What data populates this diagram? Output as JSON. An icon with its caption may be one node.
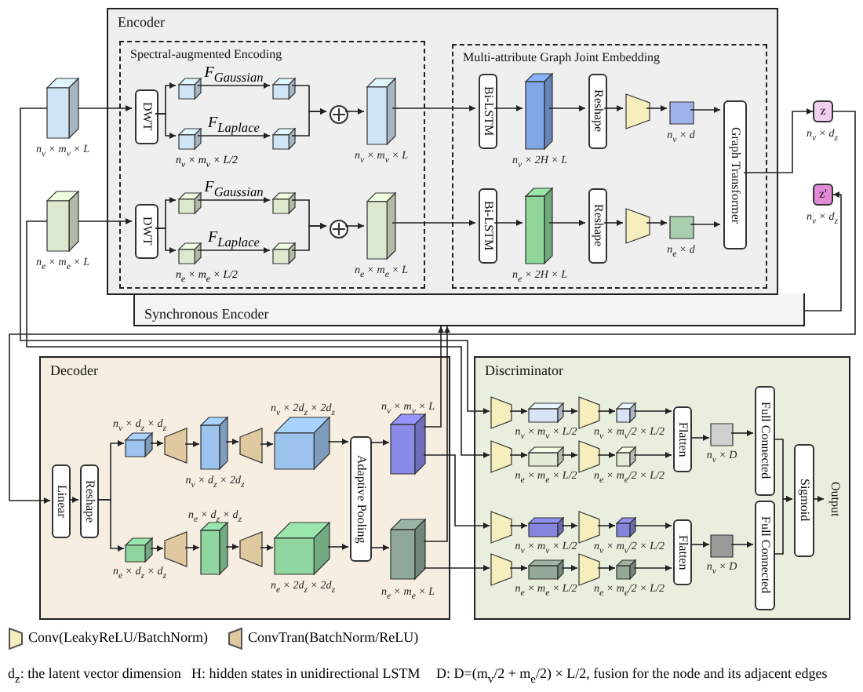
{
  "diagram": {
    "nodes": [
      {
        "text": [
          "Encoder"
        ]
      },
      {
        "text": [
          "Spectral-augmented Encoding"
        ],
        "in": 0
      },
      {
        "text": [],
        "shape": "box",
        "beside": [
          "n$_{v}$ × m$_{v}$ × L"
        ]
      },
      {
        "text": [],
        "shape": "box",
        "beside": [
          "n$_{e}$ × m$_{e}$ × L"
        ]
      },
      {
        "text": [
          "DWT"
        ],
        "in": 1
      },
      {
        "text": [
          "DWT"
        ],
        "in": 1
      },
      {
        "text": [],
        "shape": "box",
        "in": 1
      },
      {
        "text": [],
        "shape": "box",
        "in": 1
      },
      {
        "text": [],
        "shape": "box",
        "in": 1
      },
      {
        "text": [],
        "shape": "box",
        "in": 1
      },
      {
        "text": [],
        "shape": "circle",
        "in": 1
      },
      {
        "text": [],
        "shape": "box",
        "in": 1,
        "beside": [
          "n$_{v}$ × m$_{v}$ × L"
        ]
      },
      {
        "text": [],
        "shape": "box",
        "in": 1
      },
      {
        "text": [],
        "shape": "box",
        "in": 1
      },
      {
        "text": [],
        "shape": "box",
        "in": 1
      },
      {
        "text": [],
        "shape": "box",
        "in": 1
      },
      {
        "text": [],
        "shape": "circle",
        "in": 1
      },
      {
        "text": [],
        "shape": "box",
        "in": 1,
        "beside": [
          "n$_{e}$ × m$_{e}$ × L"
        ]
      },
      {
        "text": [
          "Multi-attribute Graph Joint Embedding"
        ],
        "in": 0
      },
      {
        "text": [
          "Bi-LSTM"
        ],
        "in": 18
      },
      {
        "text": [],
        "shape": "box",
        "in": 18,
        "beside": [
          "n$_{v}$ × 2H × L"
        ]
      },
      {
        "text": [
          "Reshape"
        ],
        "in": 18
      },
      {
        "text": [],
        "shape": "trapezoid",
        "in": 18
      },
      {
        "text": [],
        "shape": "box",
        "in": 18,
        "beside": [
          "n$_{v}$ × d"
        ]
      },
      {
        "text": [
          "Graph Transformer"
        ],
        "in": 18
      },
      {
        "text": [
          "Bi-LSTM"
        ],
        "in": 18
      },
      {
        "text": [],
        "shape": "box",
        "in": 18,
        "beside": [
          "n$_{e}$ × 2H × L"
        ]
      },
      {
        "text": [
          "Reshape"
        ],
        "in": 18
      },
      {
        "text": [],
        "shape": "trapezoid",
        "in": 18
      },
      {
        "text": [],
        "shape": "box",
        "in": 18,
        "beside": [
          "n$_{e}$ × d"
        ]
      },
      {
        "text": [
          "z"
        ],
        "beside": [
          "n$_{v}$ × d$_{z}$"
        ]
      },
      {
        "text": [
          "z'"
        ],
        "beside": [
          "n$_{v}$ × d$_{z}$"
        ]
      },
      {
        "text": [
          "Synchronous Encoder"
        ]
      },
      {
        "text": [
          "Decoder"
        ]
      },
      {
        "text": [
          "Linear"
        ],
        "in": 33
      },
      {
        "text": [
          "Reshape"
        ],
        "in": 33
      },
      {
        "text": [],
        "shape": "box",
        "in": 33,
        "beside": [
          "n$_{v}$ × d$_{z}$ × d$_{z}$"
        ]
      },
      {
        "text": [],
        "shape": "trapezoid",
        "in": 33
      },
      {
        "text": [],
        "shape": "box",
        "in": 33,
        "beside": [
          "n$_{v}$ × d$_{z}$ × 2d$_{z}$"
        ]
      },
      {
        "text": [],
        "shape": "trapezoid",
        "in": 33
      },
      {
        "text": [],
        "shape": "box",
        "in": 33,
        "beside": [
          "n$_{v}$ × 2d$_{z}$ × 2d$_{z}$"
        ]
      },
      {
        "text": [],
        "shape": "box",
        "in": 33,
        "beside": [
          "n$_{e}$ × d$_{z}$ × d$_{z}$"
        ]
      },
      {
        "text": [],
        "shape": "trapezoid",
        "in": 33
      },
      {
        "text": [],
        "shape": "box",
        "in": 33,
        "beside": [
          "n$_{e}$ × d$_{z}$ × d$_{z}$"
        ]
      },
      {
        "text": [],
        "shape": "trapezoid",
        "in": 33
      },
      {
        "text": [],
        "shape": "box",
        "in": 33,
        "beside": [
          "n$_{e}$ × 2d$_{z}$ × 2d$_{z}$"
        ]
      },
      {
        "text": [
          "Adaptive Pooling"
        ],
        "in": 33
      },
      {
        "text": [],
        "shape": "box",
        "in": 33,
        "beside": [
          "n$_{v}$ × m$_{v}$ × L"
        ]
      },
      {
        "text": [],
        "shape": "box",
        "in": 33,
        "beside": [
          "n$_{e}$ × m$_{e}$ × L"
        ]
      },
      {
        "text": [
          "Discriminator"
        ]
      },
      {
        "text": [],
        "shape": "trapezoid",
        "in": 49
      },
      {
        "text": [],
        "shape": "box",
        "in": 49,
        "beside": [
          "n$_{v}$ × m$_{v}$ × L/2"
        ]
      },
      {
        "text": [],
        "shape": "trapezoid",
        "in": 49
      },
      {
        "text": [],
        "shape": "box",
        "in": 49,
        "beside": [
          "n$_{v}$ × m$_{v}$/2 × L/2"
        ]
      },
      {
        "text": [],
        "shape": "trapezoid",
        "in": 49
      },
      {
        "text": [],
        "shape": "box",
        "in": 49,
        "beside": [
          "n$_{e}$ × m$_{e}$ × L/2"
        ]
      },
      {
        "text": [],
        "shape": "trapezoid",
        "in": 49
      },
      {
        "text": [],
        "shape": "box",
        "in": 49,
        "beside": [
          "n$_{e}$ × m$_{e}$/2 × L/2"
        ]
      },
      {
        "text": [
          "Flatten"
        ],
        "in": 49
      },
      {
        "text": [],
        "shape": "box",
        "in": 49,
        "beside": [
          "n$_{v}$ × D"
        ]
      },
      {
        "text": [
          "Full Connected"
        ],
        "in": 49
      },
      {
        "text": [],
        "shape": "trapezoid",
        "in": 49
      },
      {
        "text": [],
        "shape": "box",
        "in": 49,
        "beside": [
          "n$_{v}$ × m$_{v}$ × L/2"
        ]
      },
      {
        "text": [],
        "shape": "trapezoid",
        "in": 49
      },
      {
        "text": [],
        "shape": "box",
        "in": 49,
        "beside": [
          "n$_{v}$ × m$_{v}$/2 × L/2"
        ]
      },
      {
        "text": [],
        "shape": "trapezoid",
        "in": 49
      },
      {
        "text": [],
        "shape": "box",
        "in": 49,
        "beside": [
          "n$_{e}$ × m$_{e}$ × L/2"
        ]
      },
      {
        "text": [],
        "shape": "trapezoid",
        "in": 49
      },
      {
        "text": [],
        "shape": "box",
        "in": 49,
        "beside": [
          "n$_{e}$ × m$_{e}$/2 × L/2"
        ]
      },
      {
        "text": [
          "Flatten"
        ],
        "in": 49
      },
      {
        "text": [],
        "shape": "box",
        "in": 49,
        "beside": [
          "n$_{v}$ × D"
        ]
      },
      {
        "text": [
          "Full Connected"
        ],
        "in": 49
      },
      {
        "text": [
          "Sigmoid"
        ],
        "in": 49
      },
      {
        "text": [
          "Output"
        ],
        "in": 49
      }
    ],
    "edges": [
      {
        "from": 2,
        "to": 4,
        "arrow": "to"
      },
      {
        "from": 3,
        "to": 5,
        "arrow": "to"
      },
      {
        "from": 4,
        "to": 6,
        "arrow": "to"
      },
      {
        "from": 4,
        "to": 8,
        "arrow": "to"
      },
      {
        "from": 6,
        "to": 7,
        "arrow": "to",
        "label": "F$_{Gaussian}$"
      },
      {
        "from": 8,
        "to": 9,
        "arrow": "to",
        "label": "F$_{Laplace}$"
      },
      {
        "from": 7,
        "to": 10,
        "arrow": "to"
      },
      {
        "from": 9,
        "to": 10,
        "arrow": "to"
      },
      {
        "from": 10,
        "to": 11,
        "arrow": "to"
      },
      {
        "from": 5,
        "to": 12,
        "arrow": "to"
      },
      {
        "from": 5,
        "to": 14,
        "arrow": "to"
      },
      {
        "from": 12,
        "to": 13,
        "arrow": "to",
        "label": "F$_{Gaussian}$"
      },
      {
        "from": 14,
        "to": 15,
        "arrow": "to",
        "label": "F$_{Laplace}$"
      },
      {
        "from": 13,
        "to": 16,
        "arrow": "to"
      },
      {
        "from": 15,
        "to": 16,
        "arrow": "to"
      },
      {
        "from": 16,
        "to": 17,
        "arrow": "to"
      },
      {
        "from": 11,
        "to": 19,
        "arrow": "to"
      },
      {
        "from": 19,
        "to": 20,
        "arrow": "to"
      },
      {
        "from": 20,
        "to": 21,
        "arrow": "to"
      },
      {
        "from": 21,
        "to": 22,
        "arrow": "to"
      },
      {
        "from": 22,
        "to": 23,
        "arrow": "to"
      },
      {
        "from": 23,
        "to": 24,
        "arrow": "to"
      },
      {
        "from": 17,
        "to": 25,
        "arrow": "to"
      },
      {
        "from": 25,
        "to": 26,
        "arrow": "to"
      },
      {
        "from": 26,
        "to": 27,
        "arrow": "to"
      },
      {
        "from": 27,
        "to": 28,
        "arrow": "to"
      },
      {
        "from": 28,
        "to": 29,
        "arrow": "to"
      },
      {
        "from": 29,
        "to": 24,
        "arrow": "to"
      },
      {
        "from": 24,
        "to": 30,
        "arrow": "to"
      },
      {
        "from": 32,
        "to": 31,
        "arrow": "to"
      },
      {
        "from": 30,
        "to": 34,
        "arrow": "to"
      },
      {
        "from": 34,
        "to": 35,
        "arrow": "to"
      },
      {
        "from": 35,
        "to": 36,
        "arrow": "to"
      },
      {
        "from": 35,
        "to": 41,
        "arrow": "to"
      },
      {
        "from": 36,
        "to": 37,
        "arrow": "to"
      },
      {
        "from": 37,
        "to": 38,
        "arrow": "to"
      },
      {
        "from": 38,
        "to": 39,
        "arrow": "to"
      },
      {
        "from": 39,
        "to": 40,
        "arrow": "to"
      },
      {
        "from": 41,
        "to": 42,
        "arrow": "to"
      },
      {
        "from": 42,
        "to": 43,
        "arrow": "to"
      },
      {
        "from": 43,
        "to": 44,
        "arrow": "to"
      },
      {
        "from": 44,
        "to": 45,
        "arrow": "to"
      },
      {
        "from": 40,
        "to": 46,
        "arrow": "to"
      },
      {
        "from": 45,
        "to": 46,
        "arrow": "to"
      },
      {
        "from": 46,
        "to": 47,
        "arrow": "to"
      },
      {
        "from": 46,
        "to": 48,
        "arrow": "to"
      },
      {
        "from": 47,
        "to": 32,
        "arrow": "to"
      },
      {
        "from": 48,
        "to": 32,
        "arrow": "to"
      },
      {
        "from": 2,
        "to": 50,
        "arrow": "to"
      },
      {
        "from": 50,
        "to": 51,
        "arrow": "to"
      },
      {
        "from": 51,
        "to": 52,
        "arrow": "to"
      },
      {
        "from": 52,
        "to": 53,
        "arrow": "to"
      },
      {
        "from": 3,
        "to": 54,
        "arrow": "to"
      },
      {
        "from": 54,
        "to": 55,
        "arrow": "to"
      },
      {
        "from": 55,
        "to": 56,
        "arrow": "to"
      },
      {
        "from": 56,
        "to": 57,
        "arrow": "to"
      },
      {
        "from": 53,
        "to": 58,
        "arrow": "to"
      },
      {
        "from": 57,
        "to": 58,
        "arrow": "to"
      },
      {
        "from": 58,
        "to": 59,
        "arrow": "to"
      },
      {
        "from": 59,
        "to": 60,
        "arrow": "to"
      },
      {
        "from": 47,
        "to": 61,
        "arrow": "to"
      },
      {
        "from": 61,
        "to": 62,
        "arrow": "to"
      },
      {
        "from": 62,
        "to": 63,
        "arrow": "to"
      },
      {
        "from": 63,
        "to": 64,
        "arrow": "to"
      },
      {
        "from": 48,
        "to": 65,
        "arrow": "to"
      },
      {
        "from": 65,
        "to": 66,
        "arrow": "to"
      },
      {
        "from": 66,
        "to": 67,
        "arrow": "to"
      },
      {
        "from": 67,
        "to": 68,
        "arrow": "to"
      },
      {
        "from": 64,
        "to": 69,
        "arrow": "to"
      },
      {
        "from": 68,
        "to": 69,
        "arrow": "to"
      },
      {
        "from": 69,
        "to": 70,
        "arrow": "to"
      },
      {
        "from": 70,
        "to": 71,
        "arrow": "to"
      },
      {
        "from": 60,
        "to": 72,
        "arrow": "to"
      },
      {
        "from": 71,
        "to": 72,
        "arrow": "to"
      },
      {
        "from": 72,
        "to": 73,
        "arrow": "to"
      }
    ],
    "labels": [
      "n$_{v}$ × m$_{v}$ × L/2",
      "n$_{e}$ × m$_{e}$ × L/2",
      "d$_{z}$: the latent vector dimension",
      "H: hidden states in unidirectional LSTM",
      "D: D=(m$_{v}$/2 + m$_{e}$/2) × L/2, fusion for the node and its adjacent edges"
    ],
    "legend": [
      {
        "text": "Conv(LeakyReLU/BatchNorm)"
      },
      {
        "text": "ConvTran(BatchNorm/ReLU)"
      }
    ]
  }
}
